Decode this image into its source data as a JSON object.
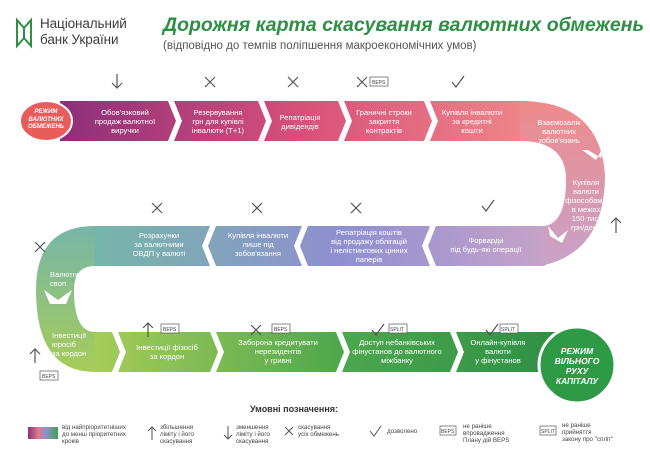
{
  "brand": {
    "line1": "Національний",
    "line2": "банк України"
  },
  "title": "Дорожня карта скасування валютних обмежень",
  "subtitle": "(відповідно до темпів поліпшення макроекономічних умов)",
  "start_label": [
    "РЕЖИМ",
    "ВАЛЮТНИХ",
    "ОБМЕЖЕНЬ"
  ],
  "end_label": [
    "РЕЖИМ",
    "ВІЛЬНОГО",
    "РУХУ",
    "КАПІТАЛУ"
  ],
  "steps": [
    {
      "id": "s1",
      "lines": [
        "Обов'язковий",
        "продаж валютної",
        "виручки"
      ],
      "status": "reduced"
    },
    {
      "id": "s2",
      "lines": [
        "Резервування",
        "грн для купівлі",
        "інвалюти (Т+1)"
      ],
      "status": "cancelled"
    },
    {
      "id": "s3",
      "lines": [
        "Репатріація",
        "дивідендів"
      ],
      "status": "cancelled"
    },
    {
      "id": "s4",
      "lines": [
        "Граничні строки",
        "закриття",
        "контрактів"
      ],
      "status": "cancelled-beps"
    },
    {
      "id": "s5",
      "lines": [
        "Купівля інвалюти",
        "за кредитні",
        "кошти"
      ],
      "status": "allowed"
    },
    {
      "id": "s6",
      "lines": [
        "Взаємозалік",
        "валютних",
        "зобов'язань"
      ],
      "status": "none"
    },
    {
      "id": "s7",
      "lines": [
        "Купівля",
        "валюти",
        "фізособами",
        "в межах",
        "150 тис.",
        "грн/день"
      ],
      "status": "raised"
    },
    {
      "id": "s8",
      "lines": [
        "Форварди",
        "під будь-які операції"
      ],
      "status": "allowed"
    },
    {
      "id": "s9",
      "lines": [
        "Репатріація коштів",
        "від продажу облігацій",
        "і нелістингових цінних",
        "паперів"
      ],
      "status": "cancelled"
    },
    {
      "id": "s10",
      "lines": [
        "Купівля інвалюти",
        "лише під",
        "зобов'язання"
      ],
      "status": "cancelled"
    },
    {
      "id": "s11",
      "lines": [
        "Розрахунки",
        "за валютними",
        "ОВДП у валюті"
      ],
      "status": "cancelled"
    },
    {
      "id": "s12",
      "lines": [
        "Валютний",
        "своп"
      ],
      "status": "cancelled"
    },
    {
      "id": "s13",
      "lines": [
        "Інвестиції",
        "юросіб",
        "за кордон"
      ],
      "status": "raised-beps"
    },
    {
      "id": "s14",
      "lines": [
        "Інвестиції фізосіб",
        "за кордон"
      ],
      "status": "raised-beps"
    },
    {
      "id": "s15",
      "lines": [
        "Заборона кредитувати",
        "нерезидентів",
        "у гривні"
      ],
      "status": "cancelled-beps"
    },
    {
      "id": "s16",
      "lines": [
        "Доступ небанківських",
        "фінустанов до валютного",
        "міжбанку"
      ],
      "status": "allowed-split"
    },
    {
      "id": "s17",
      "lines": [
        "Онлайн-купівля",
        "валюти",
        "у фінустанов"
      ],
      "status": "allowed-split"
    }
  ],
  "badges": {
    "beps": "BEPS",
    "split": "SPLIT"
  },
  "legend": {
    "title": "Умовні позначення:",
    "items": [
      {
        "icon": "gradient-bar",
        "lines": [
          "від найпріоритетніших",
          "до менш пріоритетних",
          "кроків"
        ]
      },
      {
        "icon": "arrow-up",
        "lines": [
          "збільшення",
          "ліміту і його",
          "скасування"
        ]
      },
      {
        "icon": "arrow-down",
        "lines": [
          "зменшення",
          "ліміту і його",
          "скасування"
        ]
      },
      {
        "icon": "cross",
        "lines": [
          "скасування",
          "усіх обмежень"
        ]
      },
      {
        "icon": "check",
        "lines": [
          "дозволено"
        ]
      },
      {
        "icon": "beps",
        "lines": [
          "не раніше",
          "впровадження",
          "Плану дій BEPS"
        ]
      },
      {
        "icon": "split",
        "lines": [
          "не раніше",
          "прийняття",
          "закону про \"спліт\""
        ]
      }
    ]
  },
  "colors": {
    "title": "#2e8f45",
    "start": "#e85c5c",
    "end": "#2e9a45",
    "purple": "#8d3f98",
    "blue": "#4a82c8"
  }
}
